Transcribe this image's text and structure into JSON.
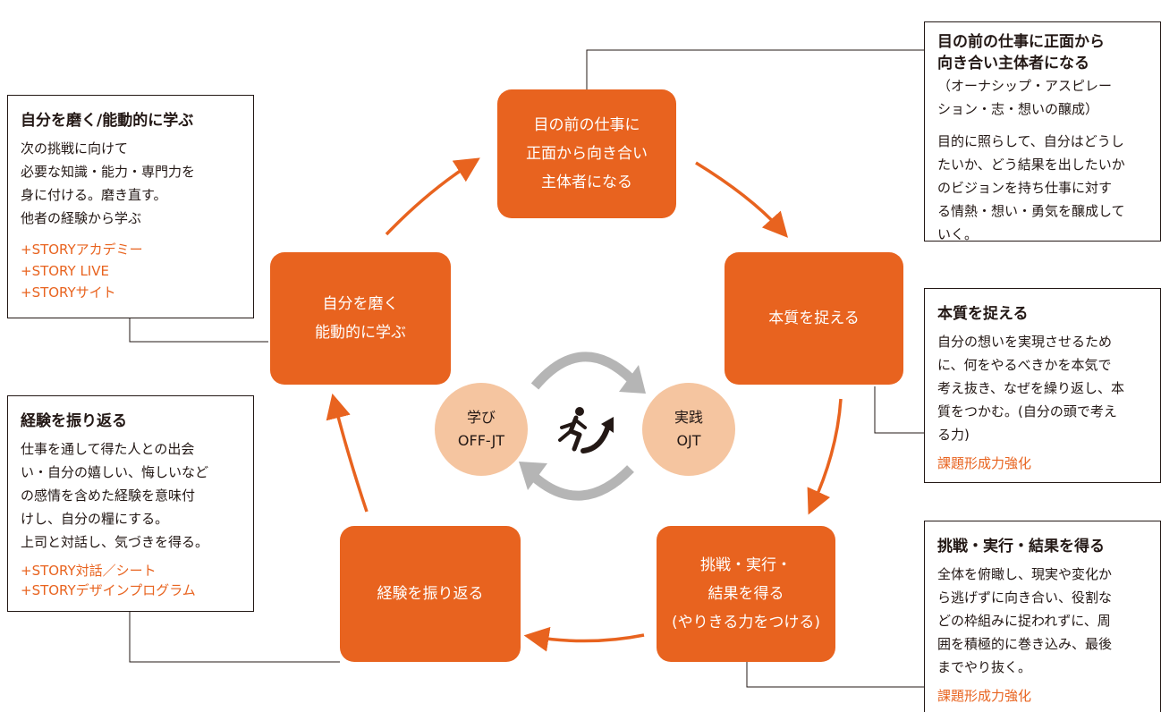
{
  "colors": {
    "accent": "#e8631f",
    "circle": "#f5c5a0",
    "cycle_arrow": "#b5b5b5"
  },
  "nodes": {
    "top": [
      "目の前の仕事に",
      "正面から向き合い",
      "主体者になる"
    ],
    "right": [
      "本質を捉える"
    ],
    "bottom_right": [
      "挑戦・実行・",
      "結果を得る",
      "(やりきる力をつける)"
    ],
    "bottom_left": [
      "経験を振り返る"
    ],
    "left": [
      "自分を磨く",
      "能動的に学ぶ"
    ]
  },
  "center": {
    "left_circle": [
      "学び",
      "OFF-JT"
    ],
    "right_circle": [
      "実践",
      "OJT"
    ],
    "runner_icon": "running-person-icon"
  },
  "boxes": {
    "top_right": {
      "title": [
        "目の前の仕事に正面から",
        "向き合い主体者になる"
      ],
      "subtitle": [
        "（オーナシップ・アスピレー",
        "ション・志・想いの醸成）"
      ],
      "body": [
        "目的に照らして、自分はどうし",
        "たいか、どう結果を出したいか",
        "のビジョンを持ち仕事に対す",
        "る情熱・想い・勇気を醸成して",
        "いく。"
      ]
    },
    "mid_right": {
      "title": "本質を捉える",
      "body": [
        "自分の想いを実現させるため",
        "に、何をやるべきかを本気で",
        "考え抜き、なぜを繰り返し、本",
        "質をつかむ。(自分の頭で考え",
        "る力)"
      ],
      "tag": "課題形成力強化"
    },
    "bottom_right": {
      "title": "挑戦・実行・結果を得る",
      "body": [
        "全体を俯瞰し、現実や変化か",
        "ら逃げずに向き合い、役割な",
        "どの枠組みに捉われずに、周",
        "囲を積極的に巻き込み、最後",
        "までやり抜く。"
      ],
      "tag": "課題形成力強化"
    },
    "top_left": {
      "title": "自分を磨く/能動的に学ぶ",
      "body": [
        "次の挑戦に向けて",
        "必要な知識・能力・専門力を",
        "身に付ける。磨き直す。",
        "他者の経験から学ぶ"
      ],
      "links": [
        "+STORYアカデミー",
        "+STORY LIVE",
        "+STORYサイト"
      ]
    },
    "bottom_left": {
      "title": "経験を振り返る",
      "body": [
        "仕事を通して得た人との出会",
        "い・自分の嬉しい、悔しいなど",
        "の感情を含めた経験を意味付",
        "けし、自分の糧にする。",
        "上司と対話し、気づきを得る。"
      ],
      "links": [
        "+STORY対話／シート",
        "+STORYデザインプログラム"
      ]
    }
  }
}
